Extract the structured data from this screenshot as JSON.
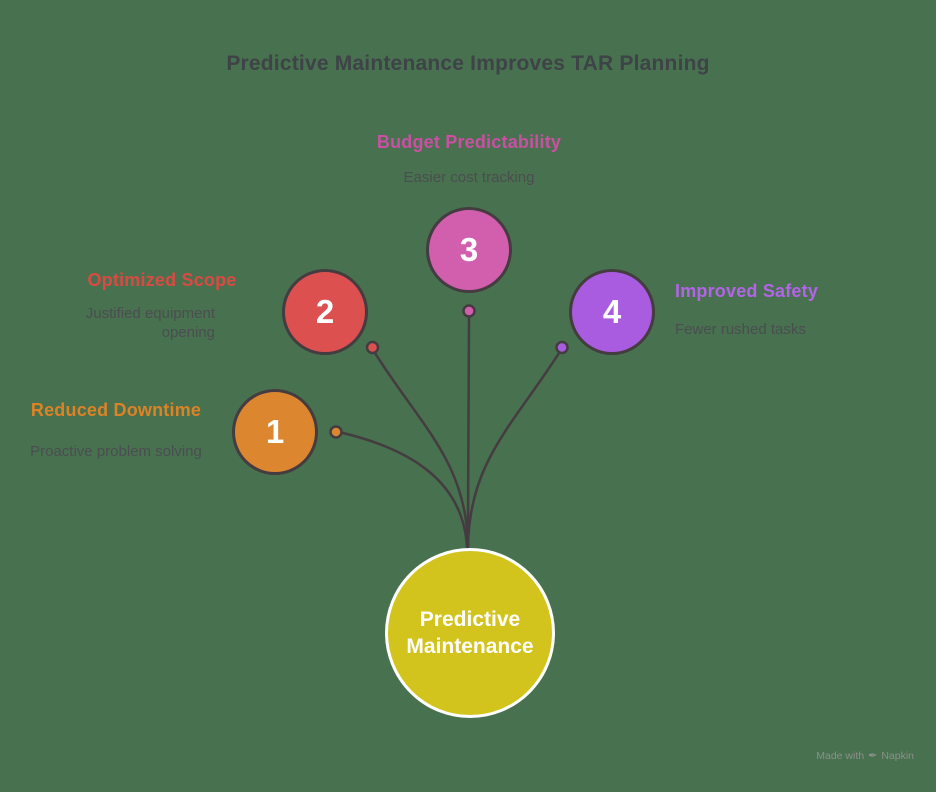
{
  "title": "Predictive Maintenance Improves TAR Planning",
  "center": {
    "label": "Predictive\nMaintenance",
    "color": "#d3c31d"
  },
  "nodes": [
    {
      "number": "1",
      "heading": "Reduced Downtime",
      "description": "Proactive problem solving",
      "color": "#dc8630",
      "heading_color": "#dc8326"
    },
    {
      "number": "2",
      "heading": "Optimized Scope",
      "description": "Justified equipment\nopening",
      "color": "#dc5150",
      "heading_color": "#db4a42"
    },
    {
      "number": "3",
      "heading": "Budget Predictability",
      "description": "Easier cost tracking",
      "color": "#d25fae",
      "heading_color": "#cb4fa3"
    },
    {
      "number": "4",
      "heading": "Improved Safety",
      "description": "Fewer rushed tasks",
      "color": "#a95ce0",
      "heading_color": "#b364e8"
    }
  ],
  "watermark": {
    "prefix": "Made with",
    "pen_icon": "✒",
    "brand": "Napkin"
  },
  "colors": {
    "background": "#48714f",
    "connector": "#443c40",
    "title_text": "#3e4347",
    "muted_text": "#4a4e50"
  }
}
